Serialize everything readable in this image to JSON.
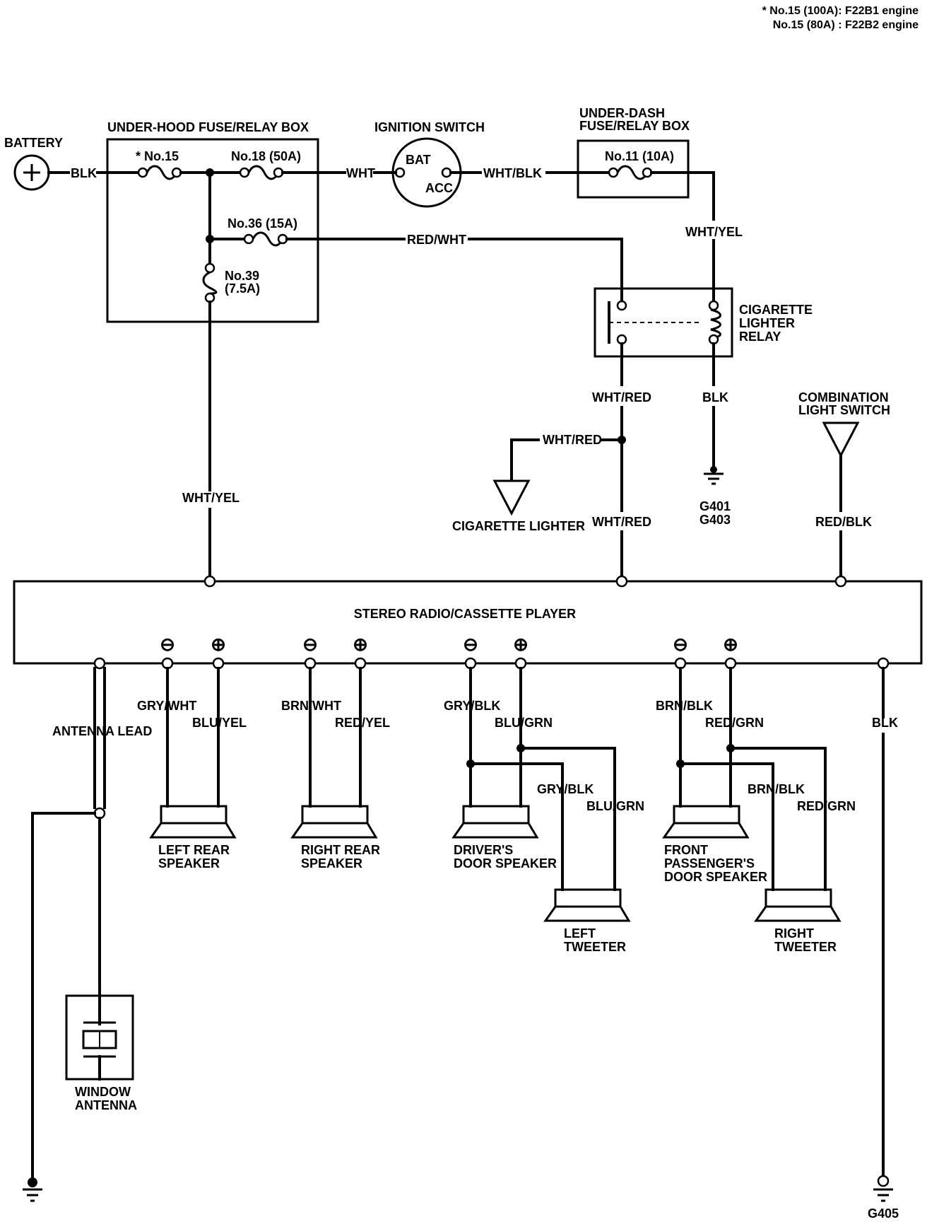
{
  "footnote": {
    "line1": "* No.15 (100A): F22B1 engine",
    "line2": "No.15 (80A)  : F22B2 engine"
  },
  "components": {
    "battery": "BATTERY",
    "underhood_box": "UNDER-HOOD FUSE/RELAY BOX",
    "ignition_switch": "IGNITION SWITCH",
    "ign_bat": "BAT",
    "ign_acc": "ACC",
    "underdash_box_l1": "UNDER-DASH",
    "underdash_box_l2": "FUSE/RELAY BOX",
    "relay_l1": "CIGARETTE",
    "relay_l2": "LIGHTER",
    "relay_l3": "RELAY",
    "combo_l1": "COMBINATION",
    "combo_l2": "LIGHT SWITCH",
    "cig_lighter": "CIGARETTE LIGHTER",
    "stereo": "STEREO RADIO/CASSETTE PLAYER",
    "window_antenna_l1": "WINDOW",
    "window_antenna_l2": "ANTENNA",
    "left_rear_l1": "LEFT REAR",
    "left_rear_l2": "SPEAKER",
    "right_rear_l1": "RIGHT REAR",
    "right_rear_l2": "SPEAKER",
    "driver_l1": "DRIVER'S",
    "driver_l2": "DOOR SPEAKER",
    "front_l1": "FRONT",
    "front_l2": "PASSENGER'S",
    "front_l3": "DOOR SPEAKER",
    "left_tweeter_l1": "LEFT",
    "left_tweeter_l2": "TWEETER",
    "right_tweeter_l1": "RIGHT",
    "right_tweeter_l2": "TWEETER"
  },
  "fuses": {
    "no15": "* No.15",
    "no18": "No.18 (50A)",
    "no36": "No.36 (15A)",
    "no39_l1": "No.39",
    "no39_l2": "(7.5A)",
    "no11": "No.11 (10A)"
  },
  "wires": {
    "blk_batt": "BLK",
    "wht": "WHT",
    "wht_blk": "WHT/BLK",
    "red_wht": "RED/WHT",
    "wht_yel_right": "WHT/YEL",
    "wht_yel_left": "WHT/YEL",
    "wht_red_top": "WHT/RED",
    "wht_red_cig": "WHT/RED",
    "wht_red_bottom": "WHT/RED",
    "blk_relay": "BLK",
    "red_blk": "RED/BLK",
    "antenna_lead": "ANTENNA LEAD",
    "gry_wht": "GRY/WHT",
    "blu_yel": "BLU/YEL",
    "brn_wht": "BRN/WHT",
    "red_yel": "RED/YEL",
    "gry_blk": "GRY/BLK",
    "blu_grn": "BLU/GRN",
    "gry_blk_tw": "GRY/BLK",
    "blu_grn_tw": "BLU/GRN",
    "brn_blk": "BRN/BLK",
    "red_grn": "RED/GRN",
    "brn_blk_tw": "BRN/BLK",
    "red_grn_tw": "RED/GRN",
    "blk_ground": "BLK"
  },
  "grounds": {
    "g401": "G401",
    "g403": "G403",
    "g405": "G405"
  },
  "terminals": {
    "minus": "⊖",
    "plus": "⊕"
  }
}
